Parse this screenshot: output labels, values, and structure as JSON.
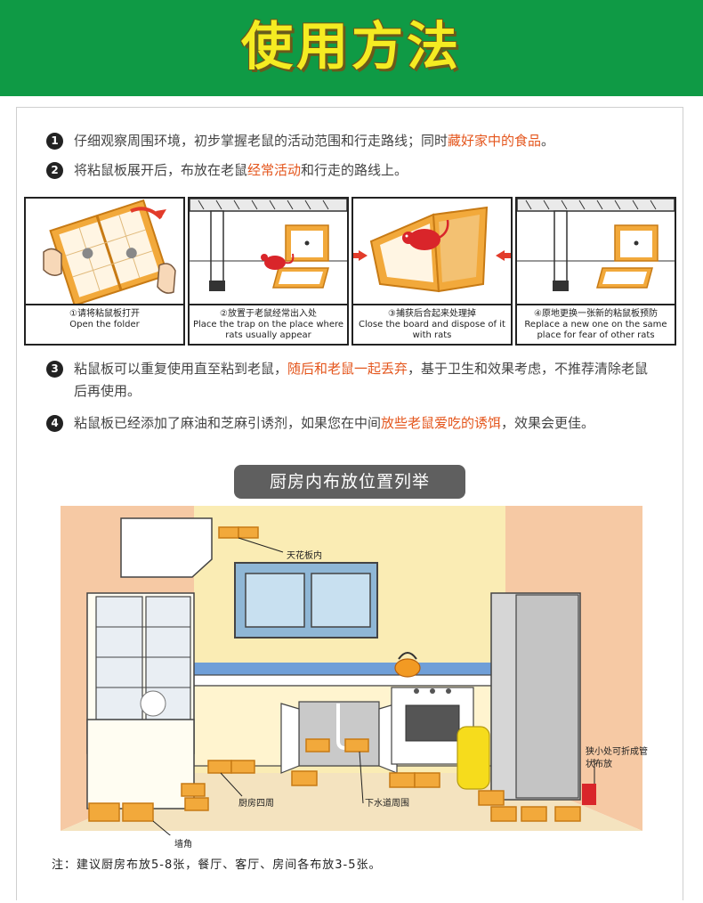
{
  "header": {
    "title": "使用方法"
  },
  "steps": [
    {
      "num": "1",
      "before": "仔细观察周围环境，初步掌握老鼠的活动范围和行走路线；同时",
      "highlight": "藏好家中的食品",
      "after": "。"
    },
    {
      "num": "2",
      "before": "将粘鼠板展开后，布放在老鼠",
      "highlight": "经常活动",
      "after": "和行走的路线上。"
    },
    {
      "num": "3",
      "before": "粘鼠板可以重复使用直至粘到老鼠，",
      "highlight": "随后和老鼠一起丢弃",
      "after": "，基于卫生和效果考虑，不推荐清除老鼠后再使用。"
    },
    {
      "num": "4",
      "before": "粘鼠板已经添加了麻油和芝麻引诱剂，如果您在中间",
      "highlight": "放些老鼠爱吃的诱饵",
      "after": "，效果会更佳。"
    }
  ],
  "panels": [
    {
      "cn": "①请将粘鼠板打开",
      "en": "Open the folder"
    },
    {
      "cn": "②放置于老鼠经常出入处",
      "en": "Place the trap on the place where rats usually appear"
    },
    {
      "cn": "③捕获后合起来处理掉",
      "en": "Close the board and dispose of it with rats"
    },
    {
      "cn": "④原地更换一张新的粘鼠板预防",
      "en": "Replace a new one on the same place for fear of other rats"
    }
  ],
  "kitchen_section": {
    "title": "厨房内布放位置列举",
    "labels": {
      "ceiling": "天花板内",
      "narrow": "狭小处可折成管状布放",
      "kitchen_edge": "厨房四周",
      "drain": "下水道周围",
      "corner": "墙角"
    }
  },
  "note": "注：建议厨房布放5-8张，餐厅、客厅、房间各布放3-5张。",
  "colors": {
    "header_bg": "#0f9a45",
    "title": "#f5ec22",
    "highlight": "#e4561d",
    "board": "#f2a93b",
    "rat": "#d9252a"
  }
}
